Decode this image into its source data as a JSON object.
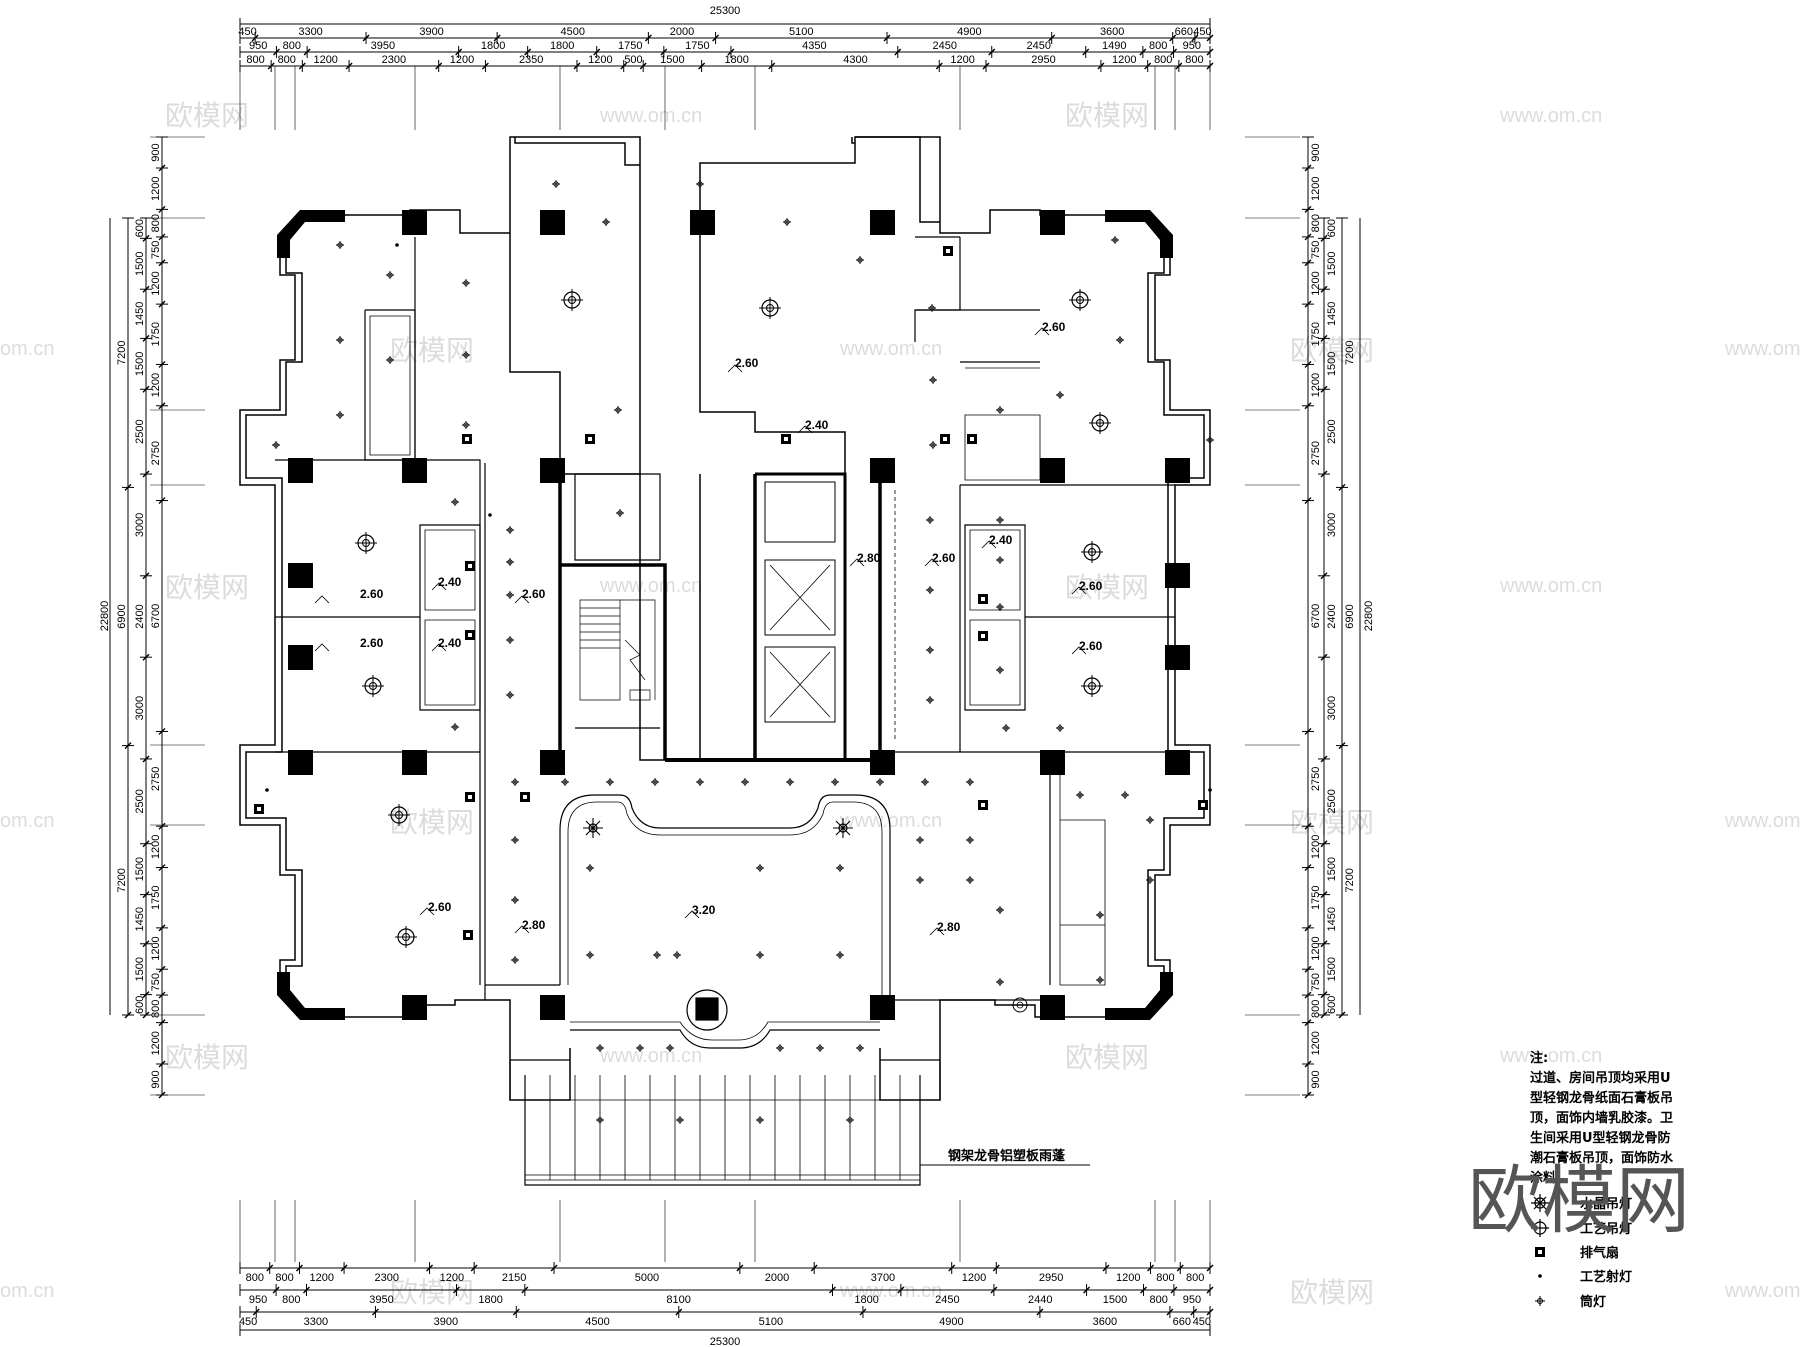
{
  "dims": {
    "total_top": "25300",
    "top_row1": [
      "450",
      "3300",
      "3900",
      "4500",
      "2000",
      "5100",
      "4900",
      "3600",
      "660",
      "450"
    ],
    "top_row2": [
      "950",
      "800",
      "3950",
      "1800",
      "1800",
      "1750",
      "1750",
      "4350",
      "2450",
      "2450",
      "1490",
      "800",
      "950"
    ],
    "top_row3": [
      "800",
      "800",
      "1200",
      "2300",
      "1200",
      "2350",
      "1200",
      "500",
      "1500",
      "1800",
      "4300",
      "1200",
      "2950",
      "1200",
      "800",
      "800"
    ],
    "bottom_row1": [
      "800",
      "800",
      "1200",
      "2300",
      "1200",
      "2150",
      "5000",
      "2000",
      "3700",
      "1200",
      "2950",
      "1200",
      "800",
      "800"
    ],
    "bottom_row2": [
      "950",
      "800",
      "3950",
      "1800",
      "8100",
      "1800",
      "2450",
      "2440",
      "1500",
      "800",
      "950"
    ],
    "bottom_row3": [
      "450",
      "3300",
      "3900",
      "4500",
      "5100",
      "4900",
      "3600",
      "660",
      "450"
    ],
    "total_bottom": "25300",
    "left_total": "22800",
    "left_outer": [
      "7200",
      "6900",
      "7200"
    ],
    "left_mid": [
      "600",
      "1500",
      "1450",
      "1500",
      "2500",
      "3000",
      "2400",
      "3000",
      "2500",
      "1500",
      "1450",
      "1500",
      "600"
    ],
    "left_inner": [
      "900",
      "1200",
      "800",
      "750",
      "1200",
      "1750",
      "1200",
      "2750",
      "6700",
      "2750",
      "1200",
      "1750",
      "1200",
      "750",
      "800",
      "1200",
      "900"
    ],
    "right_total": "22800",
    "right_outer": [
      "7200",
      "6900",
      "7200"
    ],
    "right_mid": [
      "600",
      "1500",
      "1450",
      "1500",
      "2500",
      "3000",
      "2400",
      "3000",
      "2500",
      "1500",
      "1450",
      "1500",
      "600"
    ],
    "right_inner": [
      "900",
      "1200",
      "800",
      "750",
      "1200",
      "1750",
      "1200",
      "2750",
      "6700",
      "2750",
      "1200",
      "1750",
      "1200",
      "750",
      "800",
      "1200",
      "900"
    ]
  },
  "ceiling_heights": {
    "h1": "2.60",
    "h2": "2.40",
    "h3": "2.60",
    "h4": "2.60",
    "h5": "2.40",
    "h6": "2.60",
    "h7": "2.40",
    "h8": "2.80",
    "h9": "2.60",
    "h10": "2.60",
    "h11": "2.40",
    "h12": "2.60",
    "h13": "2.60",
    "h14": "2.60",
    "h15": "2.80",
    "h16": "3.20",
    "h17": "2.80"
  },
  "canopy_label": "钢架龙骨铝塑板雨蓬",
  "notes": {
    "title": "注:",
    "lines": [
      "过道、房间吊顶均采用U",
      "型轻钢龙骨纸面石膏板吊",
      "顶，面饰内墙乳胶漆。卫",
      "生间采用U型轻钢龙骨防",
      "潮石膏板吊顶，面饰防水",
      "涂料"
    ]
  },
  "legend": [
    {
      "icon": "crystal-chandelier-icon",
      "label": "水晶吊灯"
    },
    {
      "icon": "pendant-lamp-icon",
      "label": "工艺吊灯"
    },
    {
      "icon": "exhaust-fan-icon",
      "label": "排气扇"
    },
    {
      "icon": "spotlight-icon",
      "label": "工艺射灯"
    },
    {
      "icon": "downlight-icon",
      "label": "筒灯"
    }
  ],
  "watermarks": {
    "cn": "欧模网",
    "url": "www.om.cn",
    "url_cut": "om.cn",
    "logo": "欧模网"
  }
}
